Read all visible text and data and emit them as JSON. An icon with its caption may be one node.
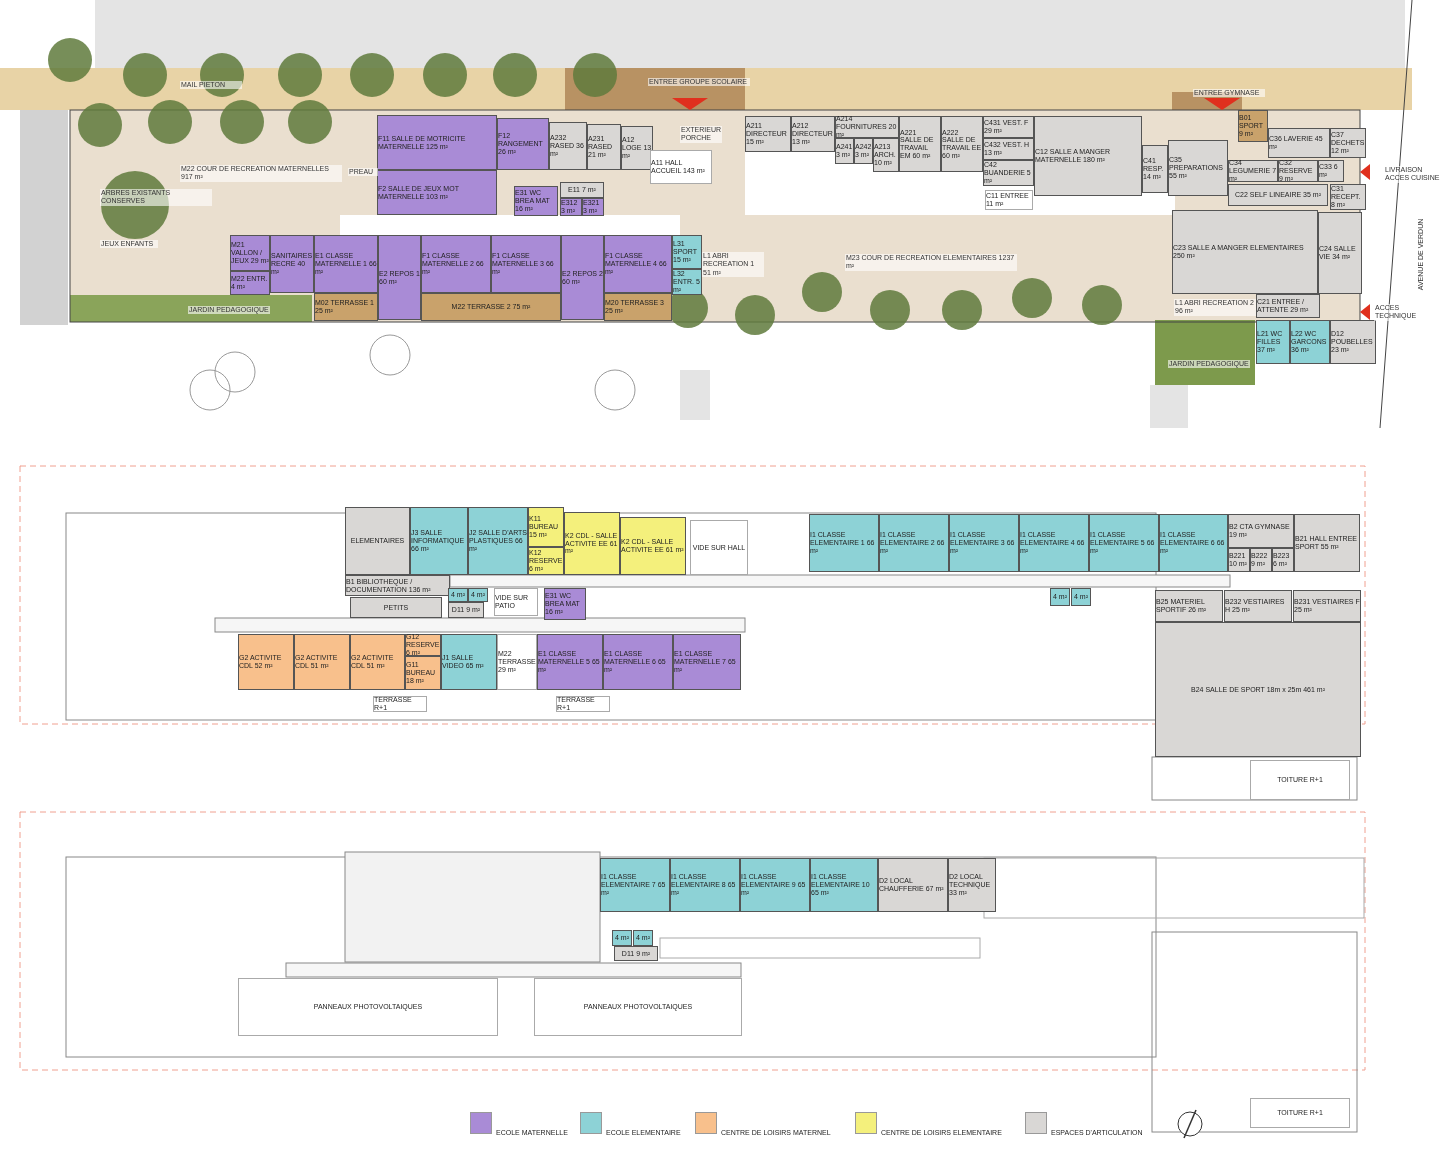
{
  "diagram": {
    "nodes": [
      {
        "text": [
          "F11 SALLE DE MOTRICITE MATERNELLE 125 m²"
        ]
      },
      {
        "text": [
          "F12 RANGEMENT 26 m²"
        ]
      },
      {
        "text": [
          "A232 RASED 36 m²"
        ]
      },
      {
        "text": [
          "A231 RASED 21 m²"
        ]
      },
      {
        "text": [
          "A12 LOGE 13 m²"
        ]
      },
      {
        "text": [
          "F2 SALLE DE JEUX MOT MATERNELLE 103 m²"
        ]
      },
      {
        "text": [
          "E31 WC BREA MAT 16 m²"
        ]
      },
      {
        "text": [
          "E11 7 m²"
        ]
      },
      {
        "text": [
          "E312 3 m²"
        ]
      },
      {
        "text": [
          "E321 3 m²"
        ]
      },
      {
        "text": [
          "A11 HALL ACCUEIL 143 m²"
        ]
      },
      {
        "text": [
          "M21 VALLON / JEUX 29 m²"
        ]
      },
      {
        "text": [
          "M22 ENTR. 4 m²"
        ]
      },
      {
        "text": [
          "SANITAIRES RECRE 40 m²"
        ]
      },
      {
        "text": [
          "E1 CLASSE MATERNELLE 1 66 m²"
        ]
      },
      {
        "text": [
          "E2 REPOS 1 60 m²"
        ]
      },
      {
        "text": [
          "F1 CLASSE MATERNELLE 2 66 m²"
        ]
      },
      {
        "text": [
          "F1 CLASSE MATERNELLE 3 66 m²"
        ]
      },
      {
        "text": [
          "E2 REPOS 2 60 m²"
        ]
      },
      {
        "text": [
          "F1 CLASSE MATERNELLE 4 66 m²"
        ]
      },
      {
        "text": [
          "L31 SPORT 15 m²"
        ]
      },
      {
        "text": [
          "L32 ENTR. 5 m²"
        ]
      },
      {
        "text": [
          "M02 TERRASSE 1 25 m²"
        ]
      },
      {
        "text": [
          "M22 TERRASSE 2 75 m²"
        ]
      },
      {
        "text": [
          "M20 TERRASSE 3 25 m²"
        ]
      },
      {
        "text": [
          "A211 DIRECTEUR 15 m²"
        ]
      },
      {
        "text": [
          "A212 DIRECTEUR 13 m²"
        ]
      },
      {
        "text": [
          "A214 FOURNITURES 20 m²"
        ]
      },
      {
        "text": [
          "A241 3 m²"
        ]
      },
      {
        "text": [
          "A242 3 m²"
        ]
      },
      {
        "text": [
          "A213 ARCH. 10 m²"
        ]
      },
      {
        "text": [
          "A221 SALLE DE TRAVAIL EM 60 m²"
        ]
      },
      {
        "text": [
          "A222 SALLE DE TRAVAIL EE 60 m²"
        ]
      },
      {
        "text": [
          "C431 VEST. F 29 m²"
        ]
      },
      {
        "text": [
          "C432 VEST. H 13 m²"
        ]
      },
      {
        "text": [
          "C42 BUANDERIE 5 m²"
        ]
      },
      {
        "text": [
          "C11 ENTREE 11 m²"
        ]
      },
      {
        "text": [
          "C12 SALLE A MANGER MATERNELLE 180 m²"
        ]
      },
      {
        "text": [
          "C41 RESP. 14 m²"
        ]
      },
      {
        "text": [
          "C35 PREPARATIONS 55 m²"
        ]
      },
      {
        "text": [
          "B01 SPORT 9 m²"
        ]
      },
      {
        "text": [
          "C36 LAVERIE 45 m²"
        ]
      },
      {
        "text": [
          "C37 DECHETS 12 m²"
        ]
      },
      {
        "text": [
          "C34 LEGUMERIE 7 m²"
        ]
      },
      {
        "text": [
          "C32 RESERVE 9 m²"
        ]
      },
      {
        "text": [
          "C33 6 m²"
        ]
      },
      {
        "text": [
          "C22 SELF LINEAIRE 35 m²"
        ]
      },
      {
        "text": [
          "C31 RECEPT. 8 m²"
        ]
      },
      {
        "text": [
          "C23 SALLE A MANGER ELEMENTAIRES 250 m²"
        ]
      },
      {
        "text": [
          "C24 SALLE VIE 34 m²"
        ]
      },
      {
        "text": [
          "C21 ENTREE / ATTENTE 29 m²"
        ]
      },
      {
        "text": [
          "L21 WC FILLES 37 m²"
        ]
      },
      {
        "text": [
          "L22 WC GARCONS 36 m²"
        ]
      },
      {
        "text": [
          "D12 POUBELLES 23 m²"
        ]
      },
      {
        "text": [
          "ELEMENTAIRES"
        ]
      },
      {
        "text": [
          "J3 SALLE INFORMATIQUE 66 m²"
        ]
      },
      {
        "text": [
          "J2 SALLE D'ARTS PLASTIQUES 66 m²"
        ]
      },
      {
        "text": [
          "K11 BUREAU 15 m²"
        ]
      },
      {
        "text": [
          "K12 RESERVE 6 m²"
        ]
      },
      {
        "text": [
          "K2 CDL - SALLE ACTIVITE EE 61 m²"
        ]
      },
      {
        "text": [
          "K2 CDL - SALLE ACTIVITE EE 61 m²"
        ]
      },
      {
        "text": [
          "VIDE SUR HALL"
        ]
      },
      {
        "text": [
          "B1 BIBLIOTHEQUE / DOCUMENTATION 136 m²"
        ]
      },
      {
        "text": [
          "PETITS"
        ]
      },
      {
        "text": [
          "4 m²"
        ]
      },
      {
        "text": [
          "4 m²"
        ]
      },
      {
        "text": [
          "D11 9 m²"
        ]
      },
      {
        "text": [
          "VIDE SUR PATIO"
        ]
      },
      {
        "text": [
          "E31 WC BREA MAT 16 m²"
        ]
      },
      {
        "text": [
          "G2 ACTIVITE CDL 52 m²"
        ]
      },
      {
        "text": [
          "G2 ACTIVITE CDL 51 m²"
        ]
      },
      {
        "text": [
          "G2 ACTIVITE CDL 51 m²"
        ]
      },
      {
        "text": [
          "G12 RESERVE 6 m²"
        ]
      },
      {
        "text": [
          "G11 BUREAU 18 m²"
        ]
      },
      {
        "text": [
          "J1 SALLE VIDEO 65 m²"
        ]
      },
      {
        "text": [
          "M22 TERRASSE 29 m²"
        ]
      },
      {
        "text": [
          "E1 CLASSE MATERNELLE 5 65 m²"
        ]
      },
      {
        "text": [
          "E1 CLASSE MATERNELLE 6 65 m²"
        ]
      },
      {
        "text": [
          "E1 CLASSE MATERNELLE 7 65 m²"
        ]
      },
      {
        "text": [
          "TERRASSE R+1"
        ]
      },
      {
        "text": [
          "TERRASSE R+1"
        ]
      },
      {
        "text": [
          "I1 CLASSE ELEMENTAIRE 1 66 m²"
        ]
      },
      {
        "text": [
          "I1 CLASSE ELEMENTAIRE 2 66 m²"
        ]
      },
      {
        "text": [
          "I1 CLASSE ELEMENTAIRE 3 66 m²"
        ]
      },
      {
        "text": [
          "I1 CLASSE ELEMENTAIRE 4 66 m²"
        ]
      },
      {
        "text": [
          "I1 CLASSE ELEMENTAIRE 5 66 m²"
        ]
      },
      {
        "text": [
          "I1 CLASSE ELEMENTAIRE 6 66 m²"
        ]
      },
      {
        "text": [
          "B2 CTA GYMNASE 19 m²"
        ]
      },
      {
        "text": [
          "B21 HALL ENTREE SPORT 55 m²"
        ]
      },
      {
        "text": [
          "B221 10 m²"
        ]
      },
      {
        "text": [
          "B222 9 m²"
        ]
      },
      {
        "text": [
          "B223 6 m²"
        ]
      },
      {
        "text": [
          "4 m²"
        ]
      },
      {
        "text": [
          "4 m²"
        ]
      },
      {
        "text": [
          "B25 MATERIEL SPORTIF 26 m²"
        ]
      },
      {
        "text": [
          "B232 VESTIAIRES H 25 m²"
        ]
      },
      {
        "text": [
          "B231 VESTIAIRES F 25 m²"
        ]
      },
      {
        "text": [
          "B24 SALLE DE SPORT 18m x 25m 461 m²"
        ]
      },
      {
        "text": [
          "TOITURE R+1"
        ]
      },
      {
        "text": [
          "I1 CLASSE ELEMENTAIRE 7 65 m²"
        ]
      },
      {
        "text": [
          "I1 CLASSE ELEMENTAIRE 8 65 m²"
        ]
      },
      {
        "text": [
          "I1 CLASSE ELEMENTAIRE 9 65 m²"
        ]
      },
      {
        "text": [
          "I1 CLASSE ELEMENTAIRE 10 65 m²"
        ]
      },
      {
        "text": [
          "D2 LOCAL CHAUFFERIE 67 m²"
        ]
      },
      {
        "text": [
          "D2 LOCAL TECHNIQUE 33 m²"
        ]
      },
      {
        "text": [
          "4 m²"
        ]
      },
      {
        "text": [
          "4 m²"
        ]
      },
      {
        "text": [
          "D11 9 m²"
        ]
      },
      {
        "text": [
          "PANNEAUX PHOTOVOLTAIQUES"
        ]
      },
      {
        "text": [
          "PANNEAUX PHOTOVOLTAIQUES"
        ]
      },
      {
        "text": [
          "TOITURE R+1"
        ]
      }
    ],
    "labels": [
      "MAIL PIETON",
      "ENTREE GROUPE SCOLAIRE",
      "EXTERIEUR PORCHE",
      "ENTREE GYMNASE",
      "LIVRAISON ACCES CUISINE",
      "ACCES TECHNIQUE",
      "AVENUE DE VERDUN",
      "M22 COUR DE RECREATION MATERNELLES 917 m²",
      "PREAU",
      "ARBRES EXISTANTS CONSERVES",
      "JEUX ENFANTS",
      "JARDIN PEDAGOGIQUE",
      "L1 ABRI RECREATION 1 51 m²",
      "M23 COUR DE RECREATION ELEMENTAIRES 1237 m²",
      "L1 ABRI RECREATION 2 96 m²",
      "JARDIN PEDAGOGIQUE"
    ],
    "legend": [
      {
        "text": "ECOLE MATERNELLE",
        "color": "#a98bd6"
      },
      {
        "text": "ECOLE ELEMENTAIRE",
        "color": "#8dd2d6"
      },
      {
        "text": "CENTRE DE LOISIRS MATERNEL",
        "color": "#f8c08c"
      },
      {
        "text": "CENTRE DE LOISIRS ELEMENTAIRE",
        "color": "#f4f07c"
      },
      {
        "text": "ESPACES D'ARTICULATION",
        "color": "#d9d7d5"
      }
    ]
  }
}
